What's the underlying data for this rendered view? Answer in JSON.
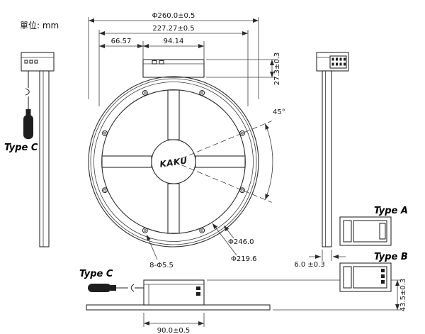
{
  "unit_label": "單位: mm",
  "logo_text": "KAKU",
  "main_view": {
    "dim_outer_diameter": "Φ260.0±0.5",
    "dim_bolt_circle": "227.27±0.5",
    "dim_tab_offset": "66.57",
    "dim_tab_width": "94.14",
    "dim_tab_height": "27.3±0.3",
    "dim_hole_angle": "45°",
    "dim_ring_outer": "Φ246.0",
    "dim_ring_inner": "Φ219.6",
    "dim_holes": "8-Φ5.5"
  },
  "side_views": {
    "dim_plate_thickness": "6.0 ±0.3",
    "dim_total_height": "43.5±0.3",
    "dim_hub_width": "90.0±0.5",
    "label_type_c_left": "Type C",
    "label_type_c_bottom": "Type C"
  },
  "connector_details": {
    "label_type_a": "Type A",
    "label_type_b": "Type B"
  },
  "colors": {
    "line": "#2b2b2b",
    "background": "#ffffff"
  }
}
